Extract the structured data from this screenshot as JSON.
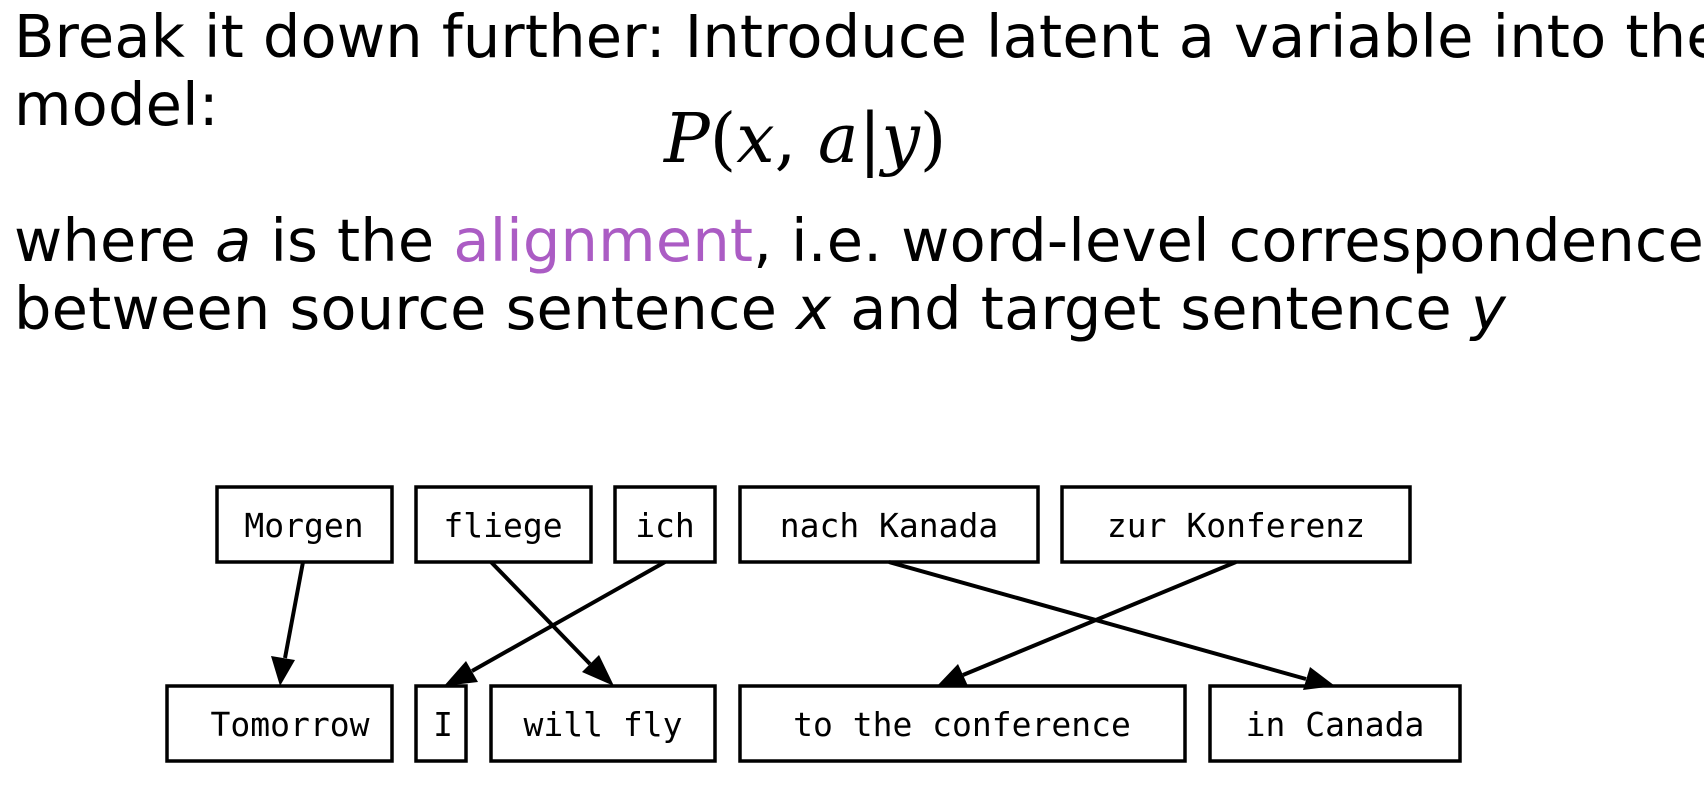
{
  "slide": {
    "line1": "Break it down further: Introduce latent a variable into the",
    "line2": "model:",
    "formula": {
      "symbol": "P",
      "open": "(",
      "x": "x",
      "comma": ", ",
      "a": "a",
      "bar": "|",
      "y": "y",
      "close": ")"
    },
    "line3": {
      "pre": "where ",
      "var": "a",
      "mid": " is the ",
      "highlight": "alignment",
      "post": ", i.e. word-level correspondence"
    },
    "line4": {
      "pre": "between source sentence ",
      "var1": "x",
      "mid": " and target sentence ",
      "var2": "y"
    },
    "highlight_color": "#ab5cc4"
  },
  "alignment_diagram": {
    "source_words": [
      "Morgen",
      "fliege",
      "ich",
      "nach Kanada",
      "zur Konferenz"
    ],
    "target_words": [
      "Tomorrow",
      "I",
      "will fly",
      "to the conference",
      "in Canada"
    ],
    "alignments": [
      {
        "source": "Morgen",
        "target": "Tomorrow"
      },
      {
        "source": "fliege",
        "target": "will fly"
      },
      {
        "source": "ich",
        "target": "I"
      },
      {
        "source": "nach Kanada",
        "target": "in Canada"
      },
      {
        "source": "zur Konferenz",
        "target": "to the conference"
      }
    ]
  }
}
